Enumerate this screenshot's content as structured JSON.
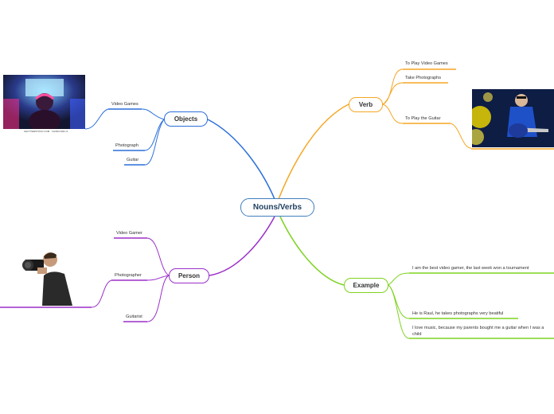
{
  "colors": {
    "objects": "#2a6fdb",
    "verb": "#f5a623",
    "person": "#9b2fc9",
    "example": "#7ed321",
    "central_border": "#3f7fbf"
  },
  "central": {
    "label": "Nouns/Verbs"
  },
  "objects": {
    "label": "Objects",
    "items": [
      "Video Games",
      "Photograph",
      "Guitar"
    ],
    "image_caption": "SHUTTERSTOCK.COM · 1123917482 v1"
  },
  "verb": {
    "label": "Verb",
    "items": [
      "To Play Video Games",
      "Take Photographs",
      "To Play the Guitar"
    ]
  },
  "person": {
    "label": "Person",
    "items": [
      "Video Gamer",
      "Photographer",
      "Guitarist"
    ]
  },
  "example": {
    "label": "Example",
    "items": [
      "I am the best video gamer, the last week won a tournament",
      "He is Raul, he takes photographs very beatiful",
      "I love music, because my parents bought me a guitar when I was a child"
    ]
  }
}
